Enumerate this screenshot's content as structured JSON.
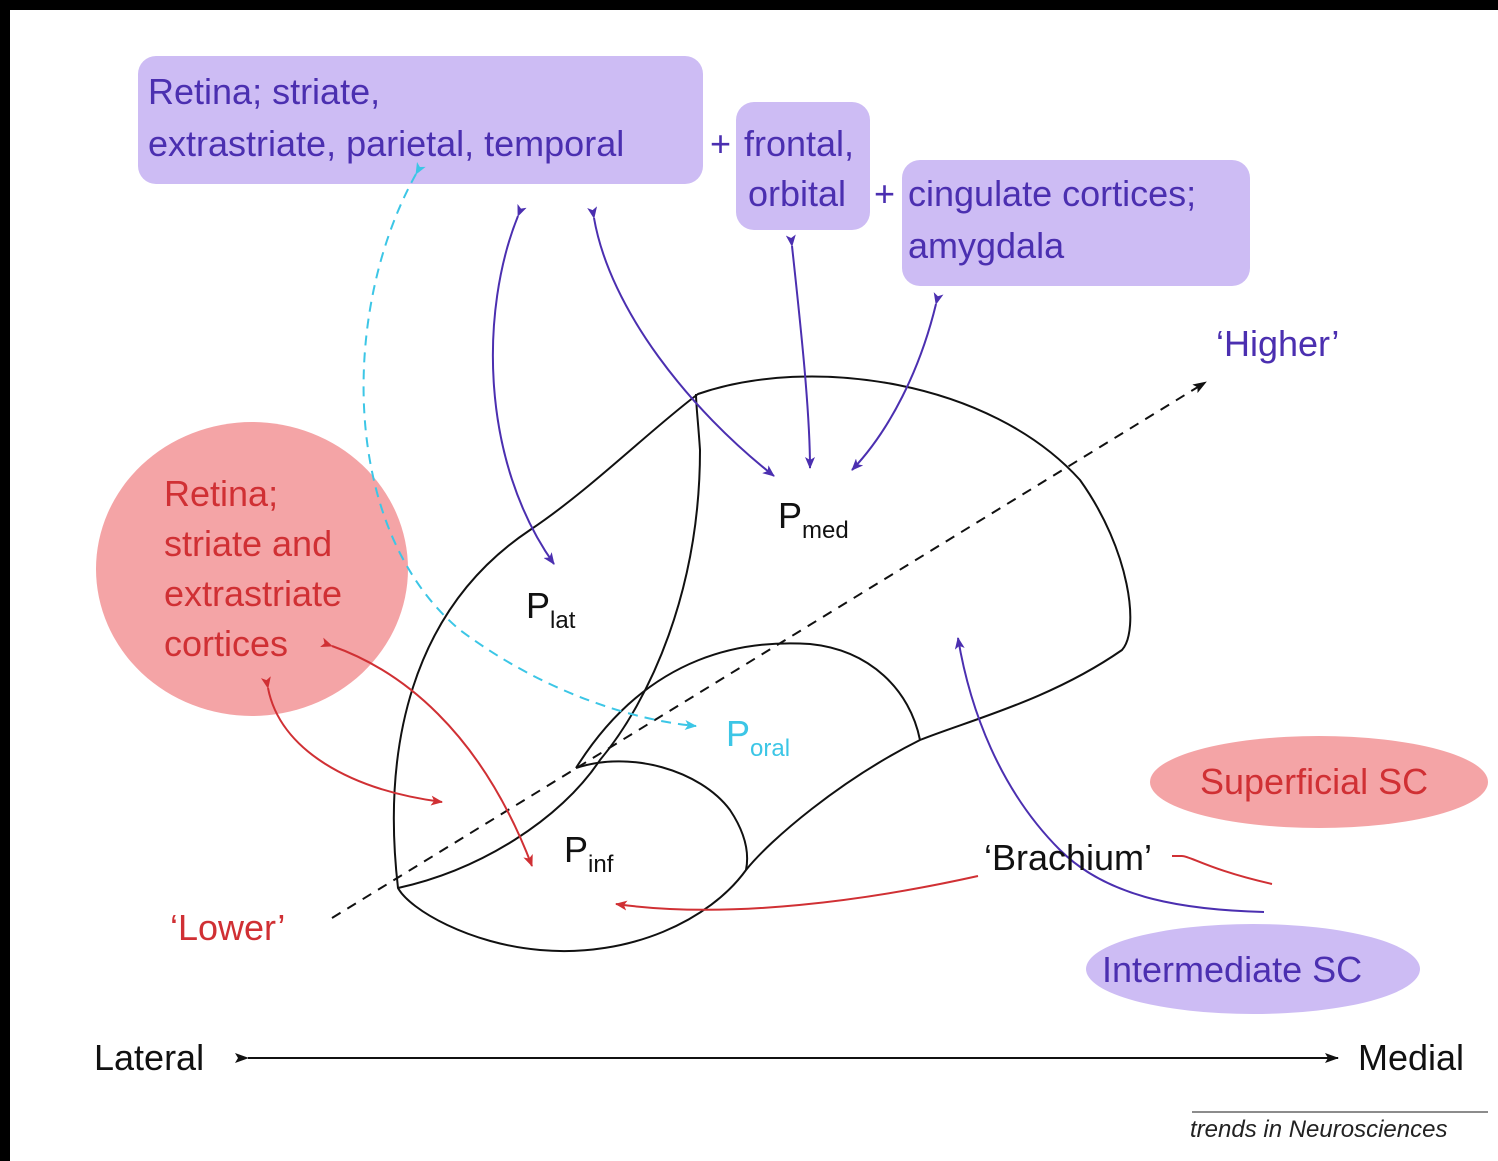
{
  "labels": {
    "cortex_line1": "Retina; striate,",
    "cortex_line2": "extrastriate, parietal, temporal",
    "plus1": "+",
    "frontal_line1": "frontal,",
    "frontal_line2": "orbital",
    "plus2": "+",
    "cingulate_line1": "cingulate cortices;",
    "cingulate_line2": "amygdala",
    "red_blob_line1": "Retina;",
    "red_blob_line2": "striate and",
    "red_blob_line3": "extrastriate",
    "red_blob_line4": "cortices",
    "higher": "‘Higher’",
    "lower": "‘Lower’",
    "p_med": "P",
    "p_med_sub": "med",
    "p_lat": "P",
    "p_lat_sub": "lat",
    "p_oral": "P",
    "p_oral_sub": "oral",
    "p_inf": "P",
    "p_inf_sub": "inf",
    "brachium": "‘Brachium’",
    "superficial_sc": "Superficial SC",
    "intermediate_sc": "Intermediate SC",
    "axis_left": "Lateral",
    "axis_right": "Medial",
    "credit": "trends in Neurosciences"
  },
  "colors": {
    "purple_text": "#4b2fb0",
    "purple_fill": "#cdbcf4",
    "red_text": "#d03034",
    "red_fill": "#f4a4a6",
    "cyan": "#3cc6e6",
    "black": "#111111"
  }
}
